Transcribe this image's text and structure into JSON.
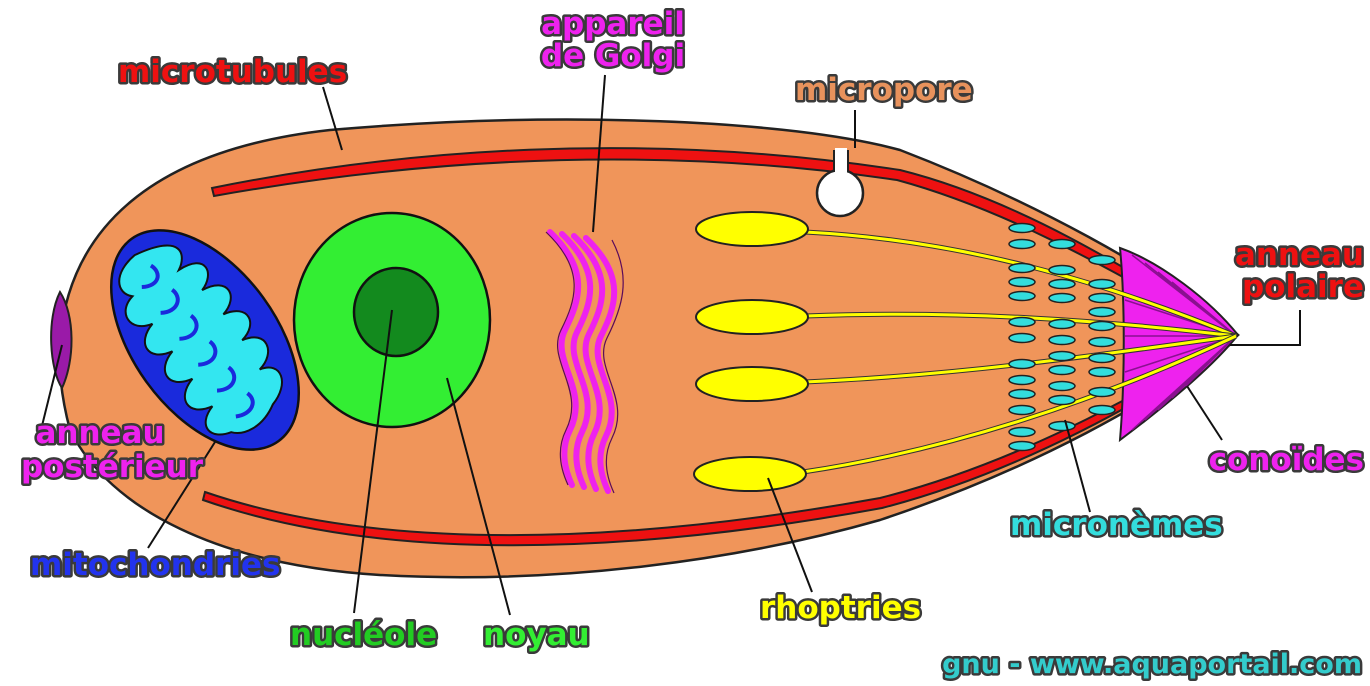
{
  "labels": {
    "microtubules": "microtubules",
    "golgi_line1": "appareil",
    "golgi_line2": "de Golgi",
    "micropore": "micropore",
    "anneau_polaire_line1": "anneau",
    "anneau_polaire_line2": "polaire",
    "anneau_posterieur_line1": "anneau",
    "anneau_posterieur_line2": "postérieur",
    "mitochondries": "mitochondries",
    "conoides": "conoïdes",
    "micronemes": "micronèmes",
    "rhoptries": "rhoptries",
    "nucleole": "nucléole",
    "noyau": "noyau"
  },
  "credit": "gnu - www.aquaportail.com",
  "colors": {
    "body": "#f0955a",
    "microtubules": "#ee1111",
    "golgi": "#ee22ee",
    "micropore": "#e8925c",
    "anneau_polaire": "#ee1111",
    "anneau_posterieur": "#ee22ee",
    "mitochondries": "#2233ee",
    "conoides": "#ee22ee",
    "micronemes": "#33dddd",
    "rhoptries": "#ffff00",
    "nucleole": "#22cc22",
    "noyau": "#33ee33",
    "credit": "#33cccc"
  }
}
